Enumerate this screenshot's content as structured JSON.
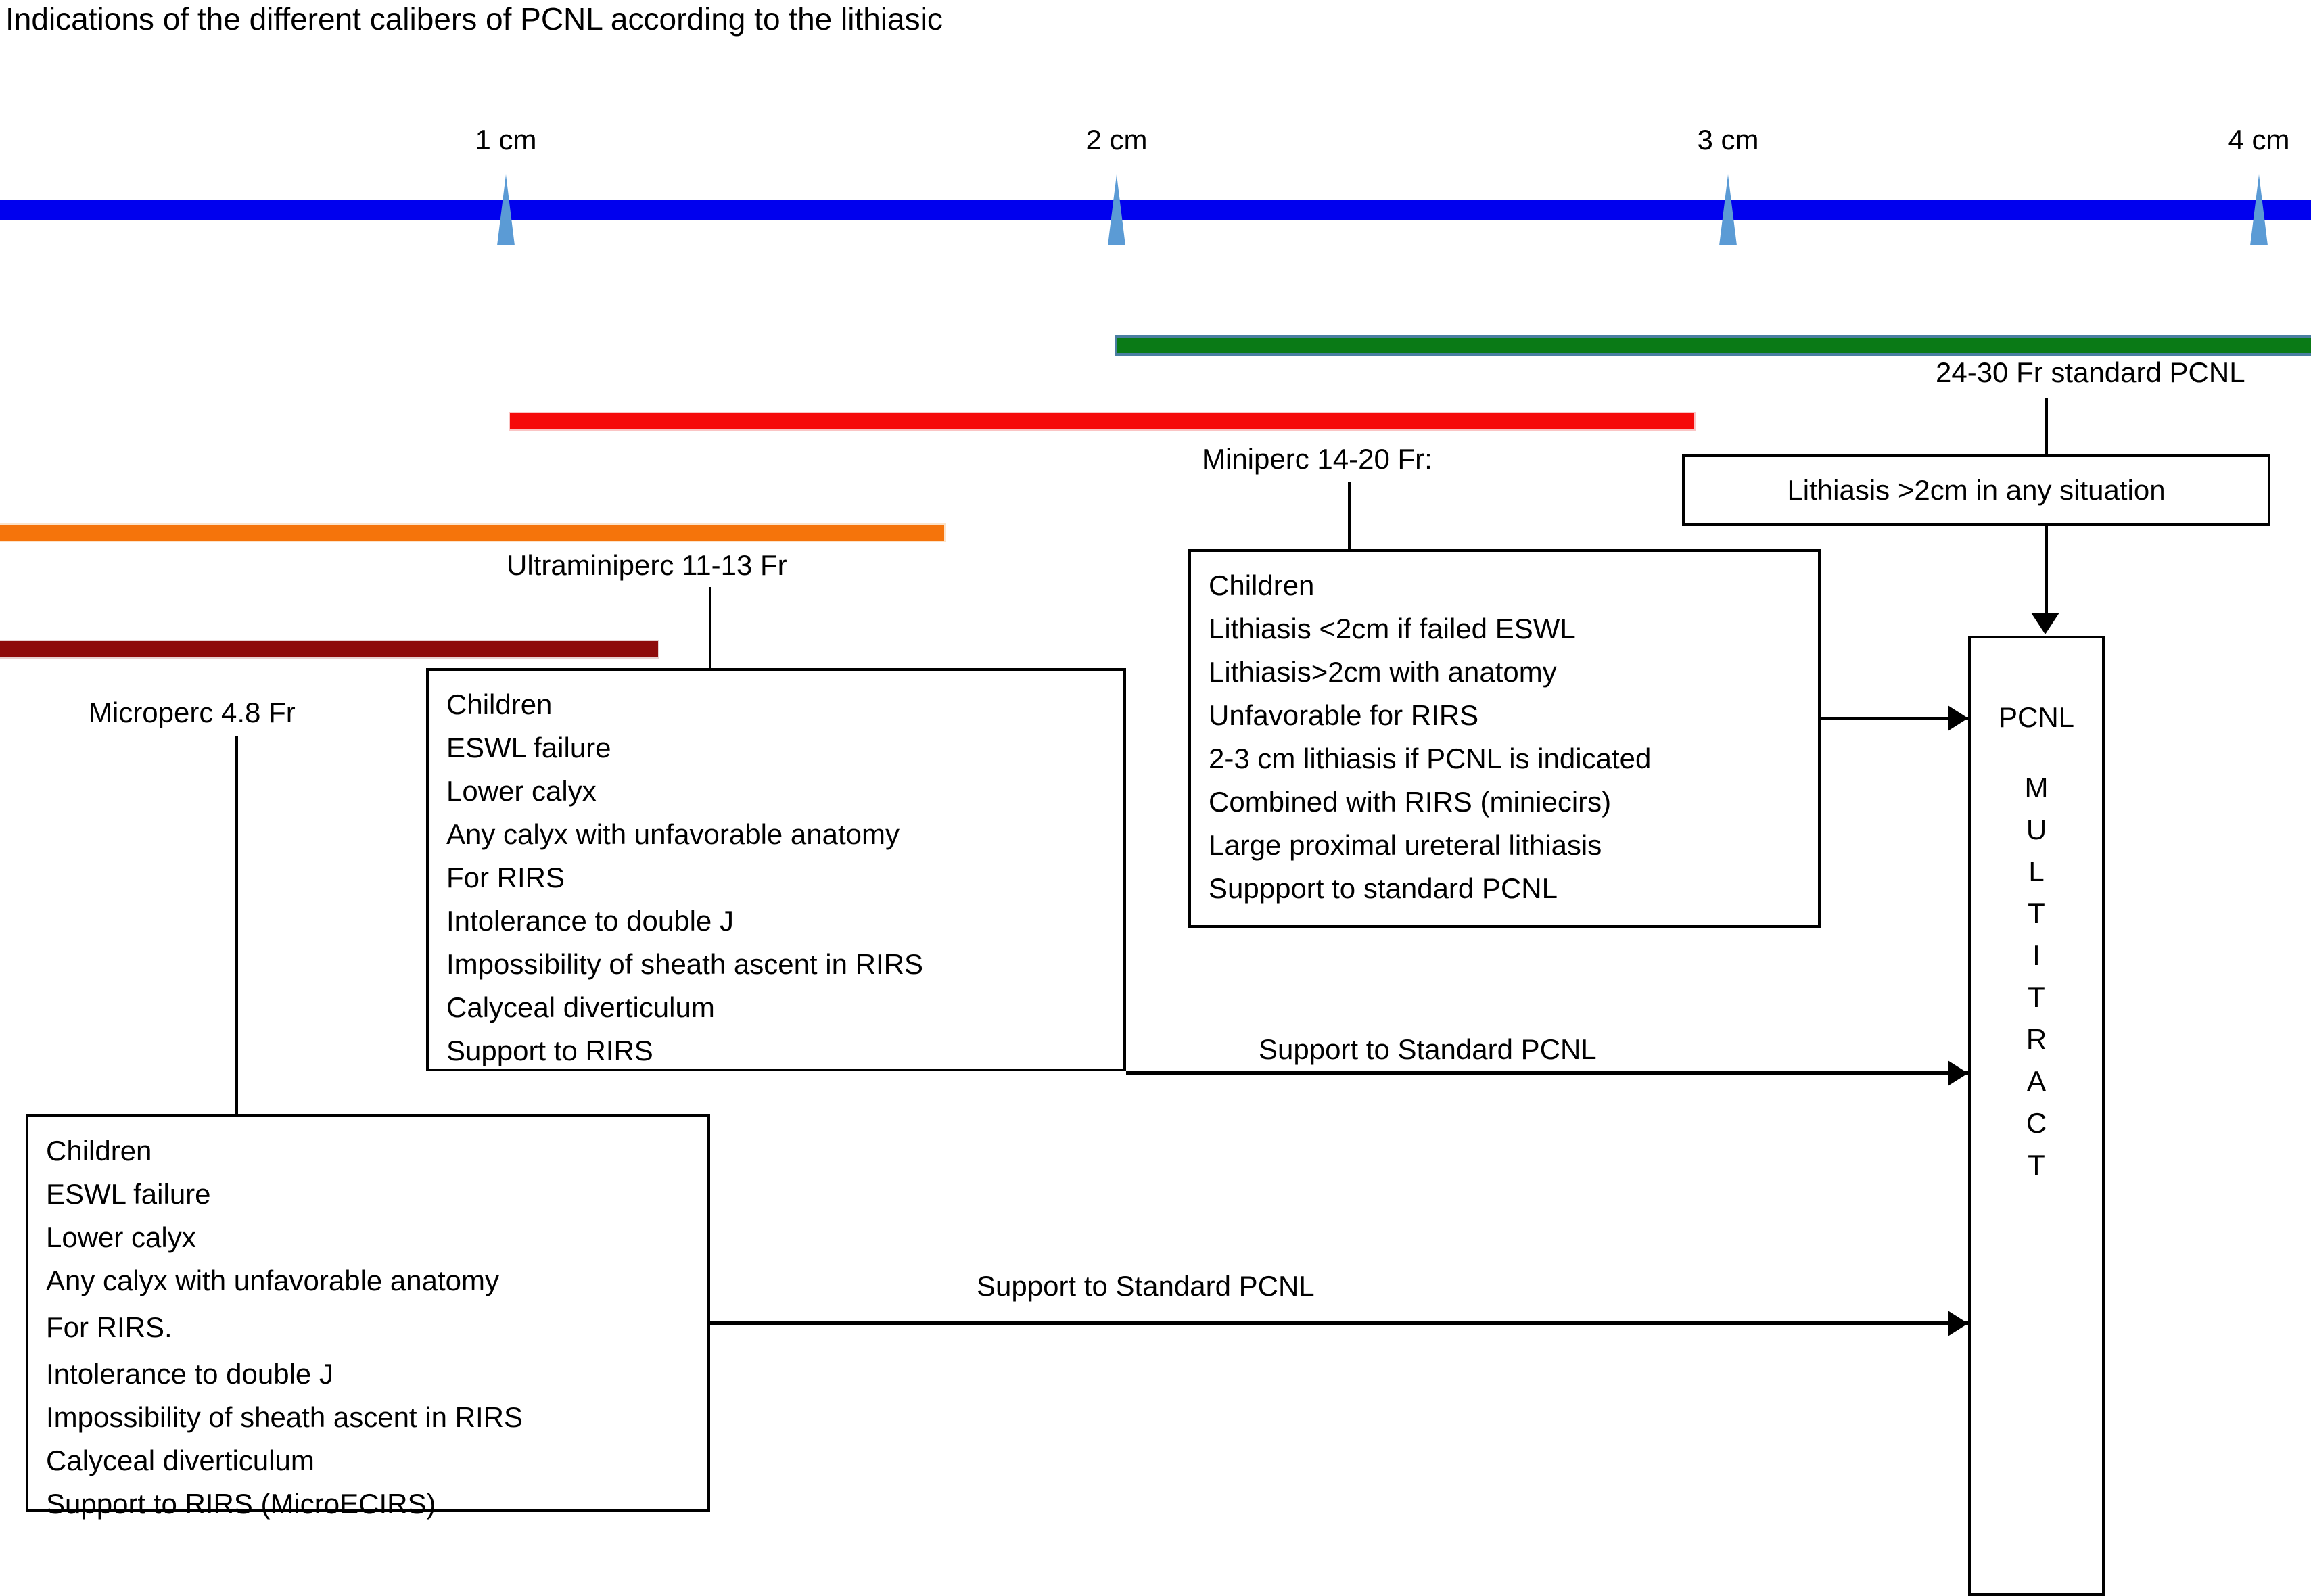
{
  "title": "Indications of the different calibers of PCNL according to the lithiasic",
  "ruler": {
    "ticks": [
      {
        "label": "1 cm",
        "x_pct": 21.9
      },
      {
        "label": "2 cm",
        "x_pct": 51.9
      },
      {
        "label": "3 cm",
        "x_pct": 81.9
      },
      {
        "label": "4 cm",
        "x_pct": 111.9
      }
    ],
    "bar_color": "#0000EE",
    "marker_color": "#5B9BD5"
  },
  "bars": [
    {
      "name": "standard-pcnl",
      "color": "#0A7A16",
      "outline": "#4A7EA1",
      "caption": "24-30 Fr standard PCNL"
    },
    {
      "name": "miniperc",
      "color": "#F50A0A",
      "caption": "Miniperc 14-20 Fr:"
    },
    {
      "name": "ultraminiperc",
      "color": "#F5740B",
      "caption": "Ultraminiperc 11-13 Fr"
    },
    {
      "name": "microperc",
      "color": "#8E0B0B",
      "caption": "Microperc 4.8 Fr"
    }
  ],
  "captions": {
    "standard_pcnl": "24-30 Fr standard PCNL",
    "miniperc": "Miniperc 14-20 Fr:",
    "ultraminiperc": "Ultraminiperc 11-13 Fr",
    "microperc": "Microperc 4.8 Fr"
  },
  "lithiasis_box": {
    "text": "Lithiasis >2cm in any situation"
  },
  "miniperc_box": {
    "lines": [
      "Children",
      "Lithiasis <2cm if failed ESWL",
      "Lithiasis>2cm with anatomy",
      "Unfavorable for RIRS",
      "2-3 cm lithiasis if PCNL is indicated",
      "Combined with RIRS (miniecirs)",
      "Large proximal ureteral lithiasis",
      "Suppport to standard PCNL"
    ]
  },
  "ultraminiperc_box": {
    "lines": [
      "Children",
      "ESWL failure",
      "Lower calyx",
      "Any calyx with unfavorable anatomy",
      "For RIRS",
      "Intolerance to double J",
      "Impossibility of sheath ascent in RIRS",
      "Calyceal diverticulum",
      "Support to RIRS"
    ]
  },
  "microperc_box": {
    "lines": [
      "Children",
      "ESWL failure",
      "Lower calyx",
      "Any calyx with unfavorable anatomy",
      "For RIRS.",
      "Intolerance to double J",
      "Impossibility of sheath ascent in RIRS",
      "Calyceal diverticulum",
      "Support to RIRS (MicroECIRS)"
    ]
  },
  "multitract_box": {
    "head": "PCNL",
    "stack": [
      "M",
      "U",
      "L",
      "T",
      "I",
      "T",
      "R",
      "A",
      "C",
      "T"
    ]
  },
  "edge_labels": {
    "support_upper": "Support to Standard PCNL",
    "support_lower": "Support to Standard PCNL"
  }
}
